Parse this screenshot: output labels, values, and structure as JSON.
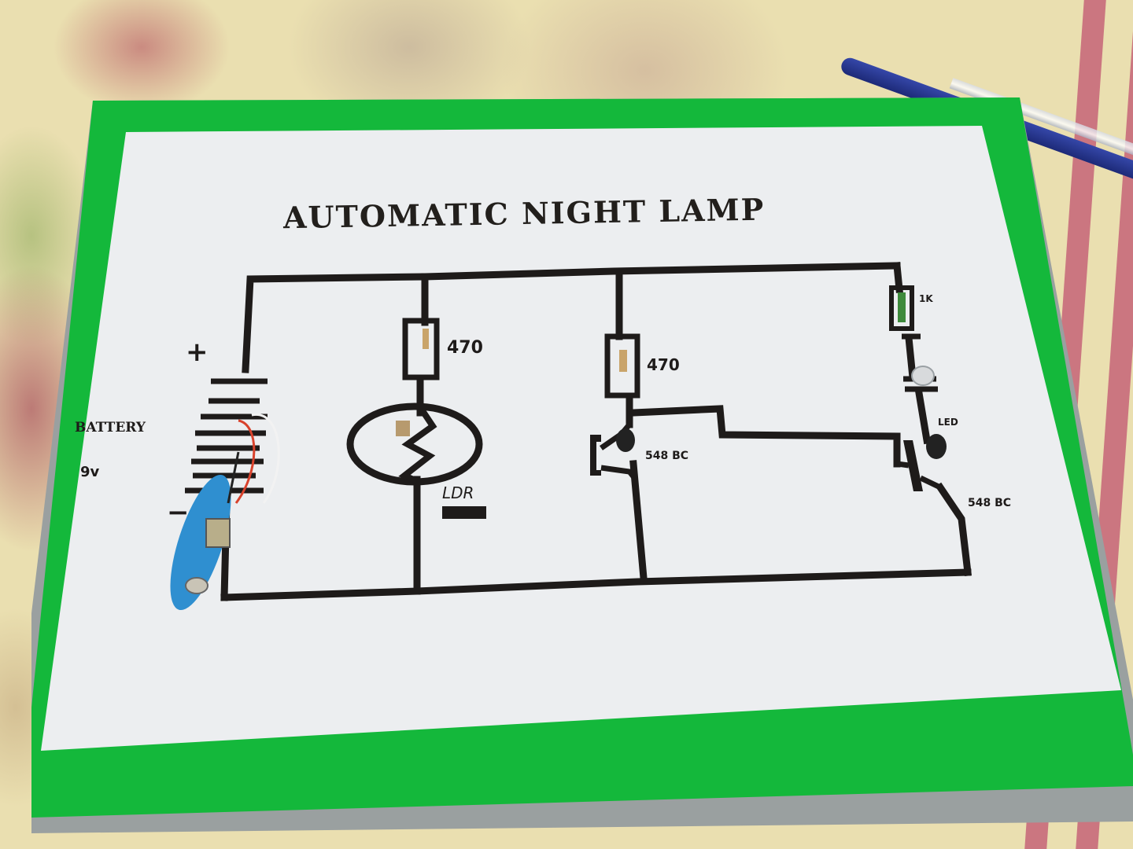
{
  "scene": {
    "description": "Photo of a hand-drawn circuit diagram mounted on green-bordered board resting on floral bedsheet",
    "colors": {
      "tape_green": "#14b83b",
      "paper": "#eceef0",
      "ink": "#1e1b1a",
      "sheet": "#eadfb0",
      "stripe": "#c56478",
      "pen_blue": "#2a3a98"
    }
  },
  "diagram": {
    "title": "AUTOMATIC NIGHT LAMP",
    "battery": {
      "label": "BATTERY",
      "voltage": "9v",
      "plus": "+",
      "minus": "−"
    },
    "resistor_1": {
      "value": "470"
    },
    "ldr": {
      "label": "LDR"
    },
    "resistor_2": {
      "value": "470"
    },
    "transistor_1": {
      "label": "548 BC"
    },
    "resistor_3": {
      "value": "1K"
    },
    "led": {
      "label": "LED"
    },
    "transistor_2": {
      "label": "548 BC"
    }
  }
}
